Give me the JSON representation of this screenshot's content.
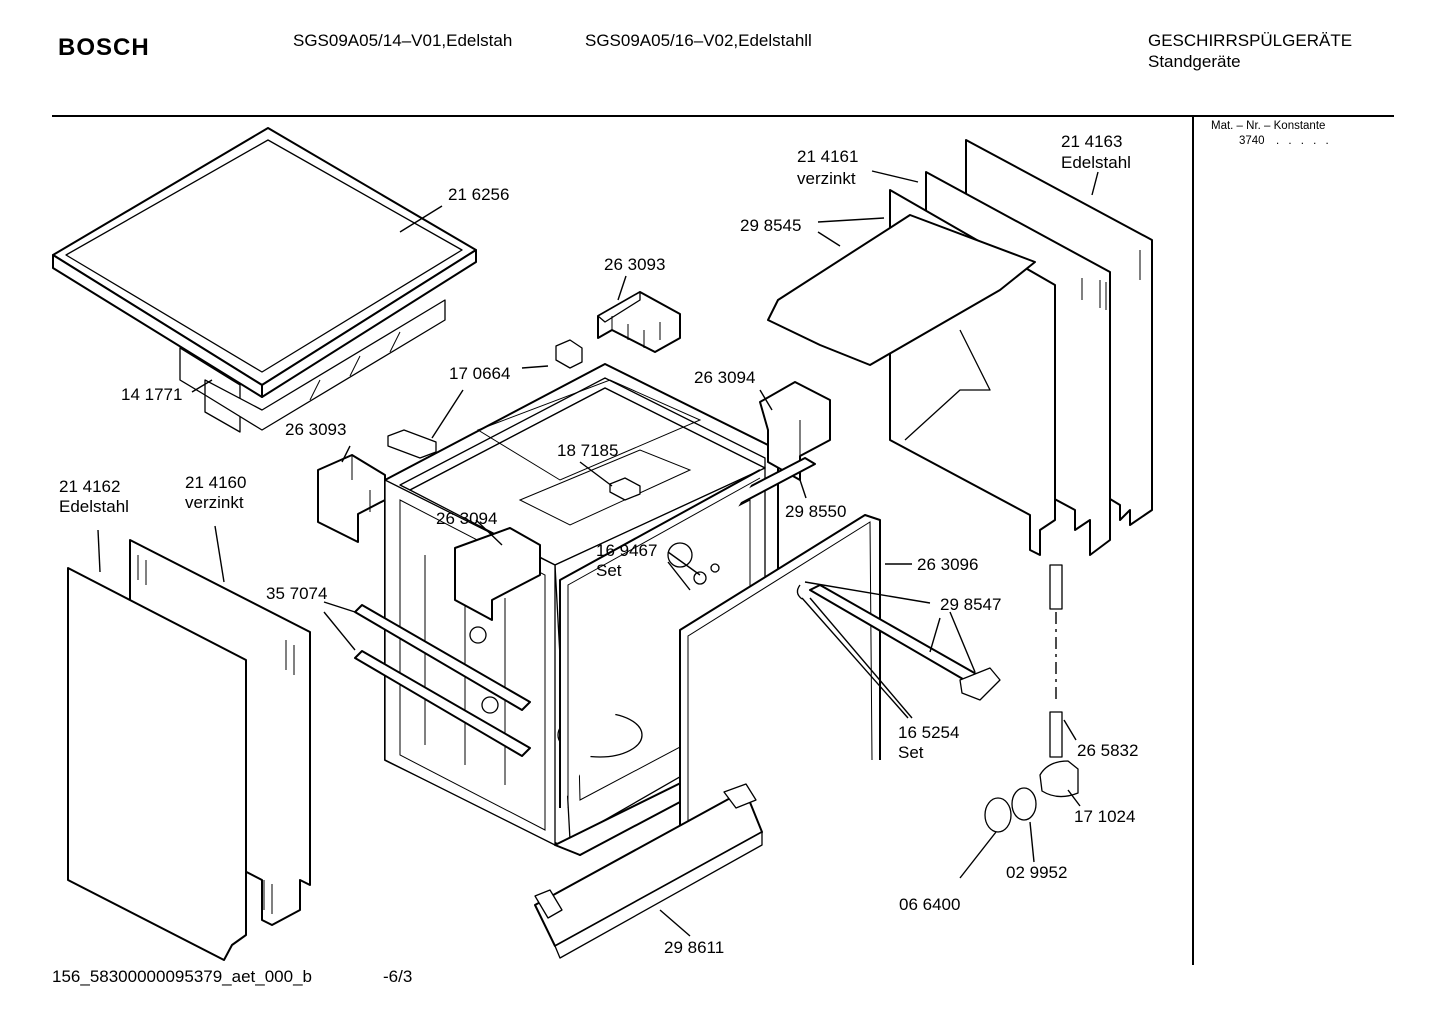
{
  "header": {
    "brand": "BOSCH",
    "model_1": "SGS09A05/14–V01,Edelstah",
    "model_2": "SGS09A05/16–V02,Edelstahll",
    "category": "GESCHIRRSPÜLGERÄTE",
    "subcategory": "Standgeräte"
  },
  "sidebar": {
    "mat_label": "Mat. – Nr. – Konstante",
    "mat_value": "3740",
    "mat_dots": ". . . . ."
  },
  "footer": {
    "doc_id": "156_58300000095379_aet_000_b",
    "page": "-6/3"
  },
  "parts": {
    "p216256": "21 6256",
    "p141771": "14 1771",
    "p263093a": "26 3093",
    "p170664": "17 0664",
    "p263093b": "26 3093",
    "p263094a": "26 3094",
    "p187185": "18 7185",
    "p263094b": "26 3094",
    "p214161": "21 4161",
    "p214161_note": "verzinkt",
    "p214163": "21 4163",
    "p214163_note": "Edelstahl",
    "p298545": "29 8545",
    "p298550": "29 8550",
    "p169467": "16 9467",
    "p169467_note": "Set",
    "p263096": "26 3096",
    "p298547": "29 8547",
    "p165254": "16 5254",
    "p165254_note": "Set",
    "p265832": "26 5832",
    "p171024": "17 1024",
    "p029952": "02 9952",
    "p066400": "06 6400",
    "p298611": "29 8611",
    "p214162": "21 4162",
    "p214162_note": "Edelstahl",
    "p214160": "21 4160",
    "p214160_note": "verzinkt",
    "p357074": "35 7074"
  }
}
